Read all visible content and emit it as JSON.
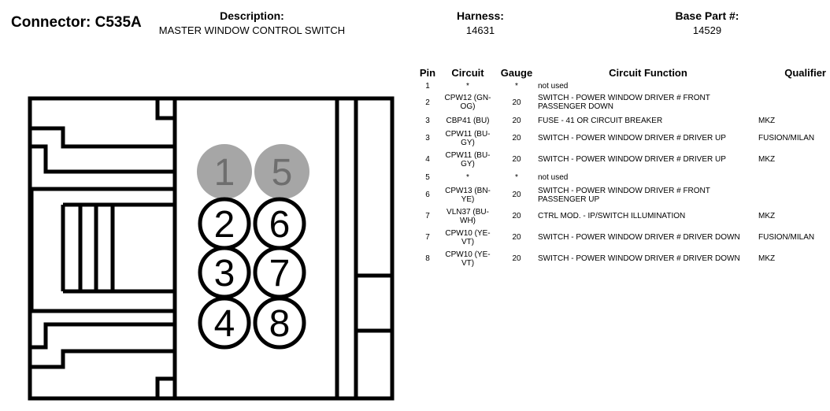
{
  "header": {
    "connector_title": "Connector: C535A",
    "description_label": "Description:",
    "description_value": "MASTER WINDOW CONTROL SWITCH",
    "harness_label": "Harness:",
    "harness_value": "14631",
    "base_part_label": "Base Part #:",
    "base_part_value": "14529"
  },
  "diagram": {
    "pins_inactive": [
      "1",
      "5"
    ],
    "pins_active": [
      "2",
      "3",
      "4",
      "6",
      "7",
      "8"
    ],
    "colors": {
      "inactive_fill": "#a6a6a6",
      "inactive_text": "#6e6e6e",
      "outline": "#000000"
    }
  },
  "table": {
    "headers": {
      "pin": "Pin",
      "circuit": "Circuit",
      "gauge": "Gauge",
      "function": "Circuit Function",
      "qualifier": "Qualifier"
    },
    "rows": [
      {
        "pin": "1",
        "circuit": "*",
        "gauge": "*",
        "function": "not used",
        "qualifier": ""
      },
      {
        "pin": "2",
        "circuit": "CPW12 (GN-OG)",
        "gauge": "20",
        "function": "SWITCH - POWER WINDOW DRIVER # FRONT PASSENGER DOWN",
        "qualifier": ""
      },
      {
        "pin": "3",
        "circuit": "CBP41 (BU)",
        "gauge": "20",
        "function": "FUSE - 41 OR CIRCUIT BREAKER",
        "qualifier": "MKZ"
      },
      {
        "pin": "3",
        "circuit": "CPW11 (BU-GY)",
        "gauge": "20",
        "function": "SWITCH - POWER WINDOW DRIVER # DRIVER UP",
        "qualifier": "FUSION/MILAN"
      },
      {
        "pin": "4",
        "circuit": "CPW11 (BU-GY)",
        "gauge": "20",
        "function": "SWITCH - POWER WINDOW DRIVER # DRIVER UP",
        "qualifier": "MKZ"
      },
      {
        "pin": "5",
        "circuit": "*",
        "gauge": "*",
        "function": "not used",
        "qualifier": ""
      },
      {
        "pin": "6",
        "circuit": "CPW13 (BN-YE)",
        "gauge": "20",
        "function": "SWITCH - POWER WINDOW DRIVER # FRONT PASSENGER UP",
        "qualifier": ""
      },
      {
        "pin": "7",
        "circuit": "VLN37 (BU-WH)",
        "gauge": "20",
        "function": "CTRL MOD. - IP/SWITCH ILLUMINATION",
        "qualifier": "MKZ"
      },
      {
        "pin": "7",
        "circuit": "CPW10 (YE-VT)",
        "gauge": "20",
        "function": "SWITCH - POWER WINDOW DRIVER # DRIVER DOWN",
        "qualifier": "FUSION/MILAN"
      },
      {
        "pin": "8",
        "circuit": "CPW10 (YE-VT)",
        "gauge": "20",
        "function": "SWITCH - POWER WINDOW DRIVER # DRIVER DOWN",
        "qualifier": "MKZ"
      }
    ]
  }
}
